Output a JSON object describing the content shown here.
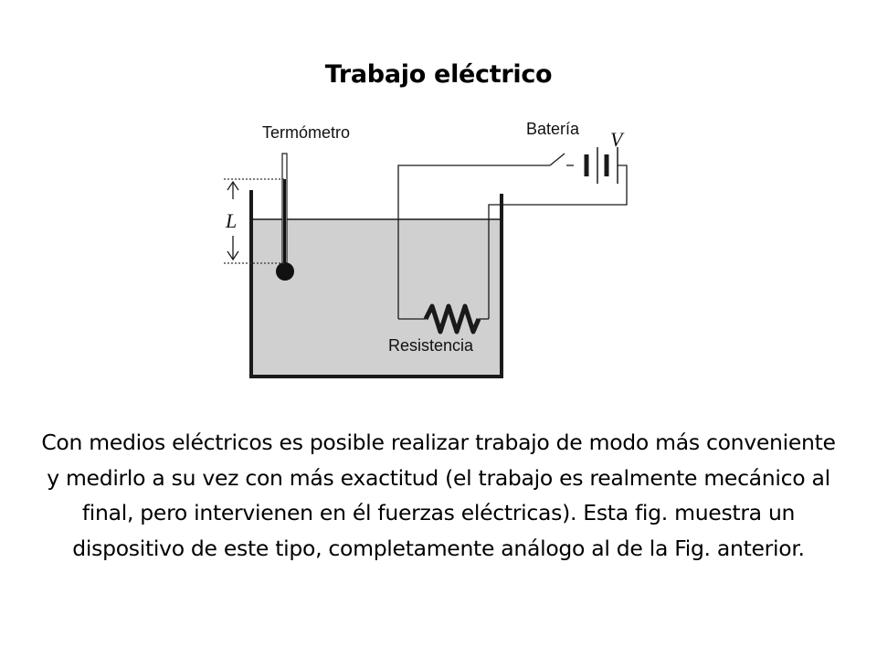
{
  "slide": {
    "title": "Trabajo eléctrico",
    "body": "Con medios eléctricos es posible realizar trabajo de modo más conveniente y medirlo a su vez con más exactitud (el trabajo es realmente mecánico al final, pero intervienen en él fuerzas eléctricas). Esta fig. muestra un dispositivo de este tipo, completamente análogo al de la Fig. anterior."
  },
  "diagram": {
    "thermometer_label": "Termómetro",
    "battery_label": "Batería",
    "voltage_symbol": "V",
    "height_symbol": "L",
    "resistor_label": "Resistencia"
  },
  "colors": {
    "liquid": "#d0d0d0",
    "line": "#1a1a1a"
  }
}
